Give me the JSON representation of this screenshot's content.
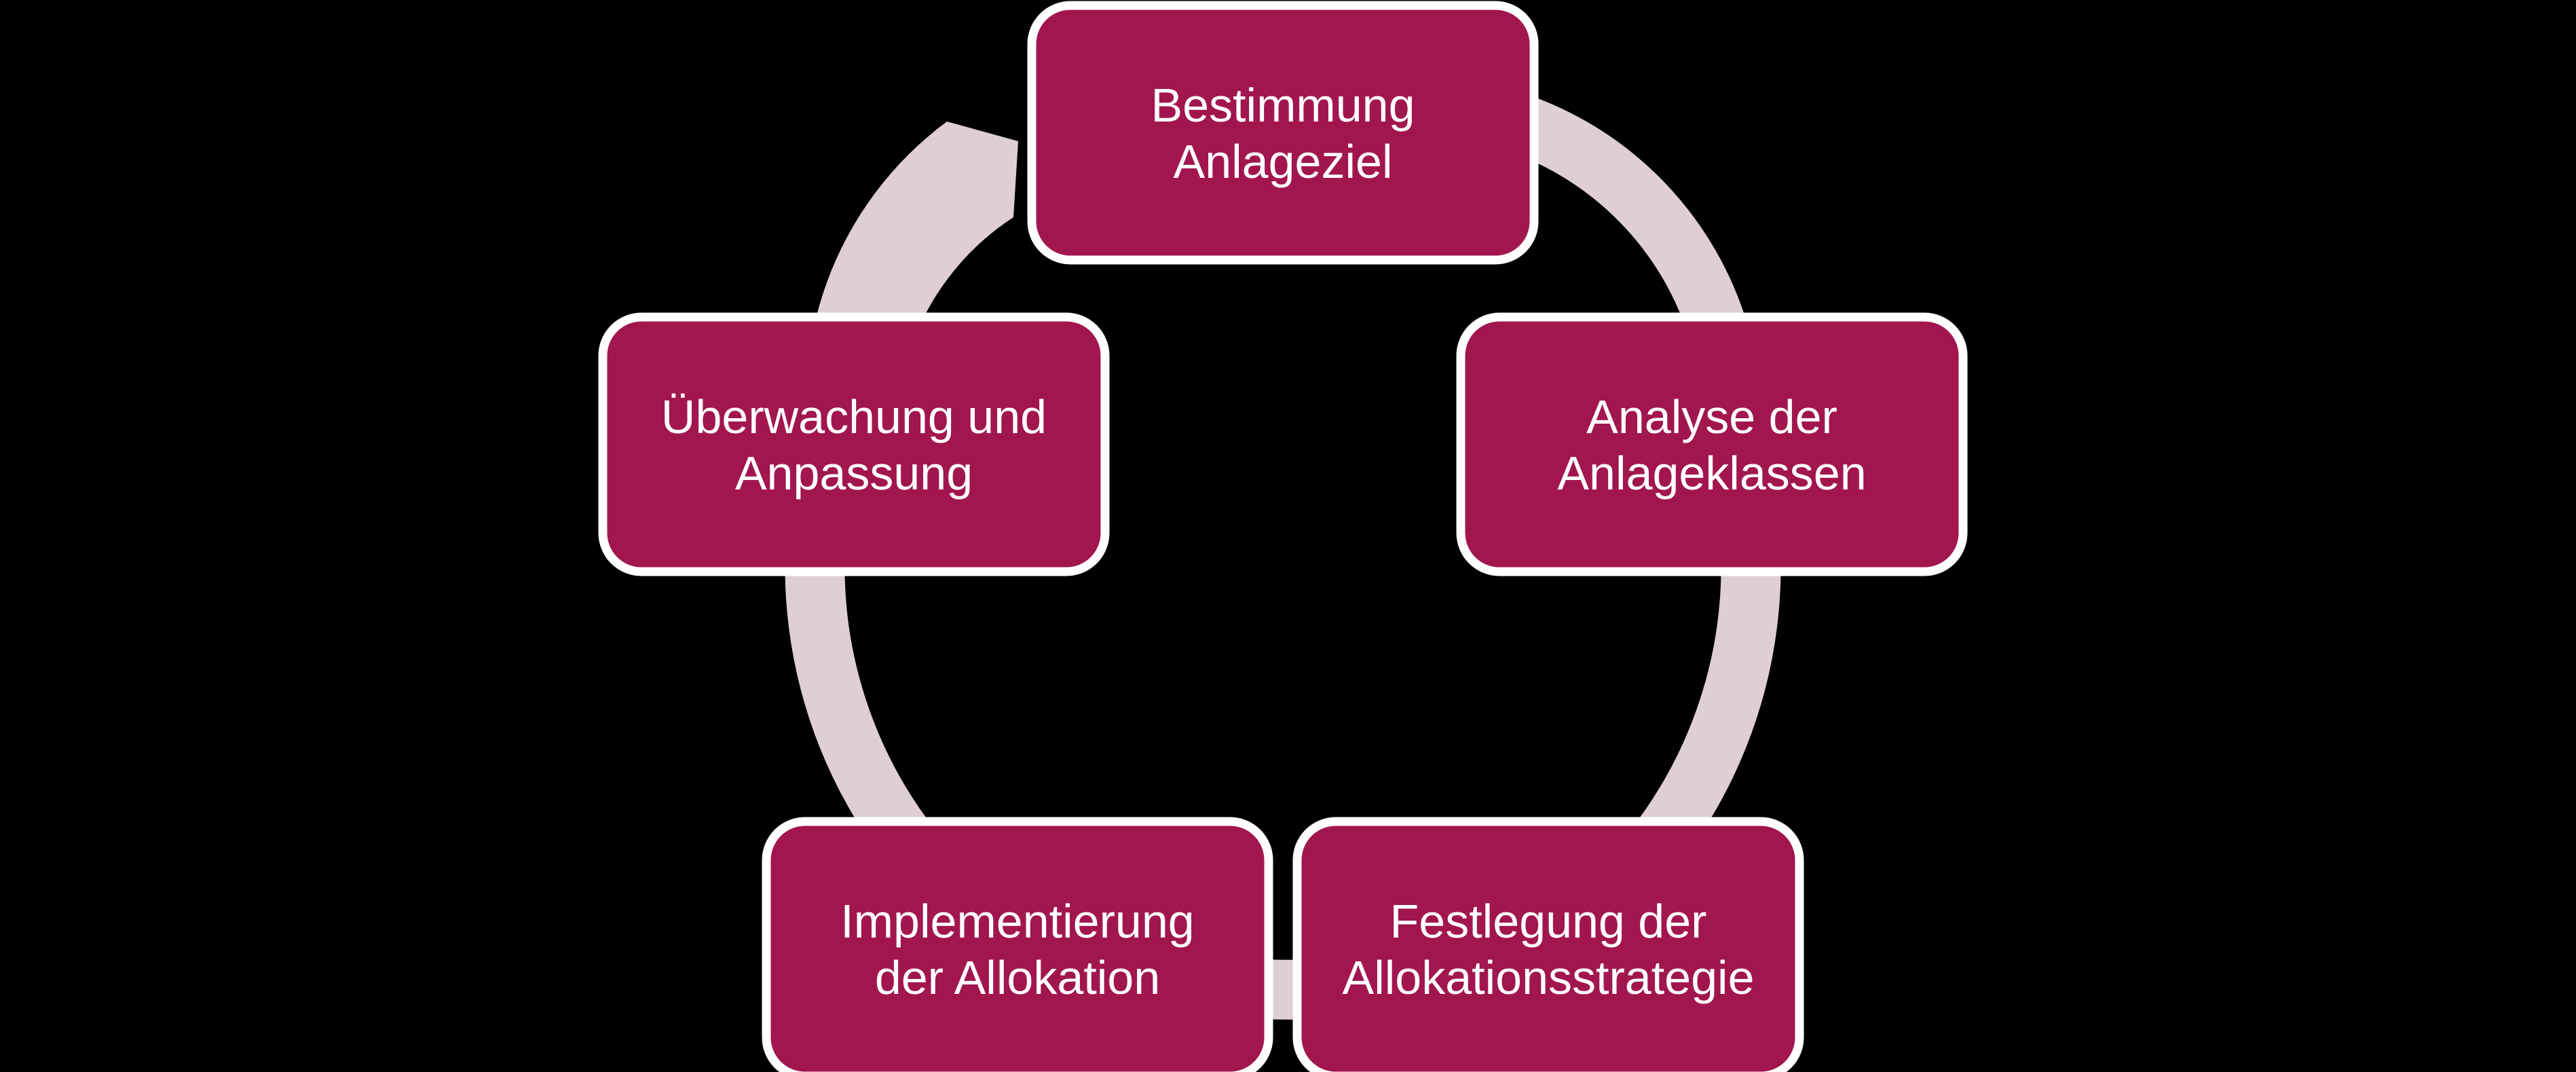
{
  "diagram": {
    "type": "cycle",
    "flow_direction": "clockwise",
    "colors": {
      "bg": "#000000",
      "node": "#A2164E",
      "border": "#FFFFFF",
      "arrow": "#DECFD5",
      "text": "#FFFFFF"
    },
    "nodes": [
      {
        "position": "top",
        "label": "Bestimmung Anlageziel",
        "lines": [
          "Bestimmung",
          "Anlageziel"
        ]
      },
      {
        "position": "right",
        "label": "Analyse der Anlageklassen",
        "lines": [
          "Analyse der",
          "Anlageklassen"
        ]
      },
      {
        "position": "bottom-right",
        "label": "Festlegung der Allokationsstrategie",
        "lines": [
          "Festlegung der",
          "Allokationsstrategie"
        ]
      },
      {
        "position": "bottom-left",
        "label": "Implementierung der Allokation",
        "lines": [
          "Implementierung",
          "der Allokation"
        ]
      },
      {
        "position": "left",
        "label": "Überwachung und Anpassung",
        "lines": [
          "Überwachung und",
          "Anpassung"
        ]
      }
    ]
  }
}
